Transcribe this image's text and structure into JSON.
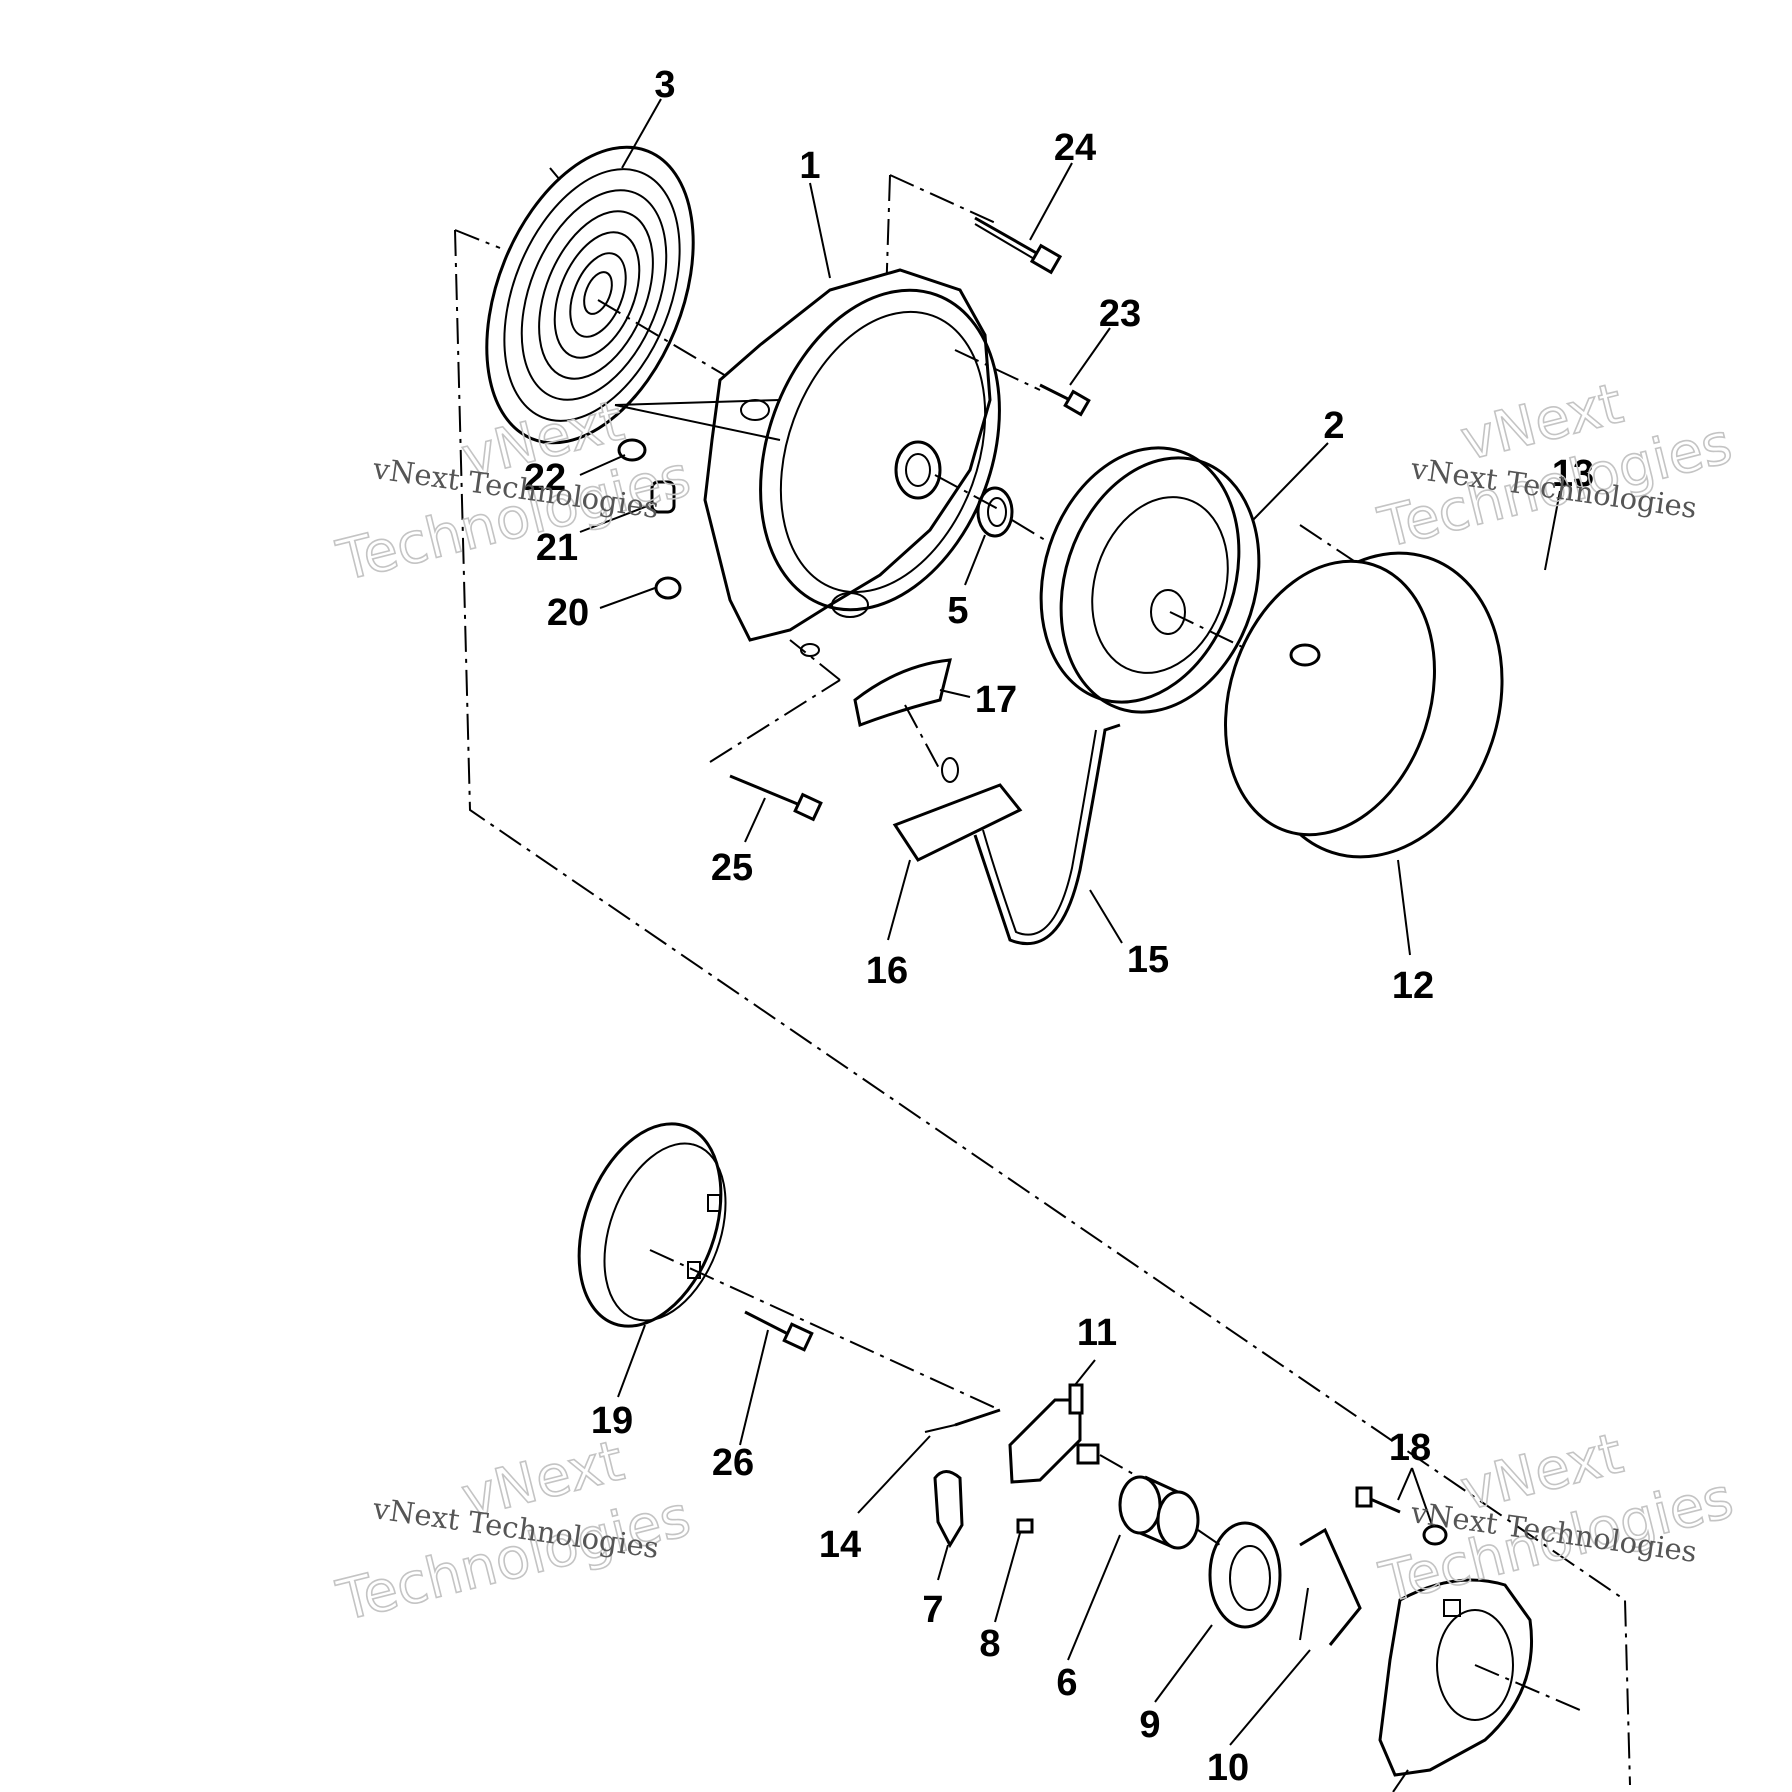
{
  "callouts": {
    "c1": "1",
    "c2": "2",
    "c3": "3",
    "c5": "5",
    "c6": "6",
    "c7": "7",
    "c8": "8",
    "c9": "9",
    "c10": "10",
    "c11": "11",
    "c12": "12",
    "c13": "13",
    "c14": "14",
    "c15": "15",
    "c16": "16",
    "c17": "17",
    "c18": "18",
    "c19": "19",
    "c20": "20",
    "c21": "21",
    "c22": "22",
    "c23": "23",
    "c24": "24",
    "c25": "25",
    "c26": "26"
  },
  "watermark": {
    "line1": "vNext",
    "line2": "Technologies",
    "caption": "vNext Technologies"
  }
}
